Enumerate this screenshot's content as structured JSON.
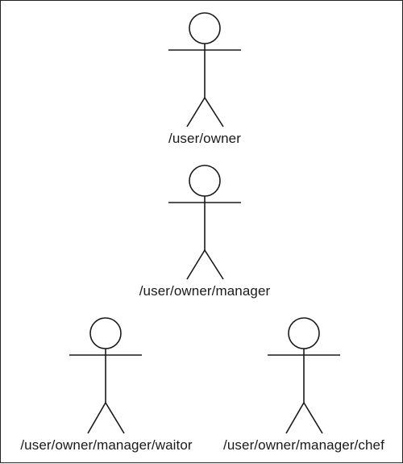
{
  "actors": [
    {
      "label": "/user/owner"
    },
    {
      "label": "/user/owner/manager"
    },
    {
      "label": "/user/owner/manager/waitor"
    },
    {
      "label": "/user/owner/manager/chef"
    }
  ]
}
